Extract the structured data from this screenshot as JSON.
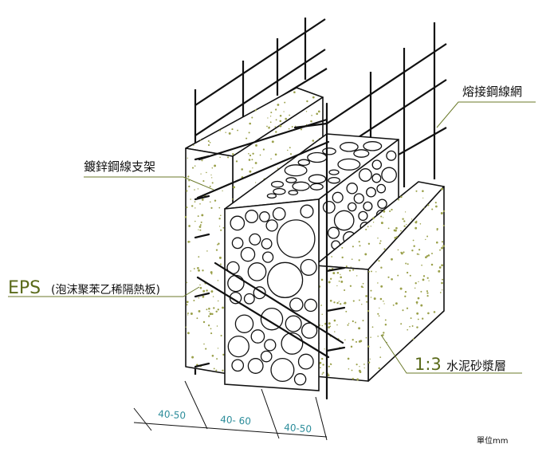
{
  "labels": {
    "wire_mesh": "熔接鋼線網",
    "wire_support": "鍍鋅鋼線支架",
    "eps_prefix": "EPS",
    "eps_detail": "(泡沫聚苯乙稀隔熱板)",
    "mortar_ratio": "1:3",
    "mortar_text": "水泥砂漿層"
  },
  "dimensions": {
    "left": "40-50",
    "middle": "40- 60",
    "right": "40-50"
  },
  "unit": "單位mm",
  "colors": {
    "line": "#111111",
    "leader": "#6b7a2a",
    "dim_text": "#2b8c9a",
    "mortar_dot": "#9aa04a"
  }
}
